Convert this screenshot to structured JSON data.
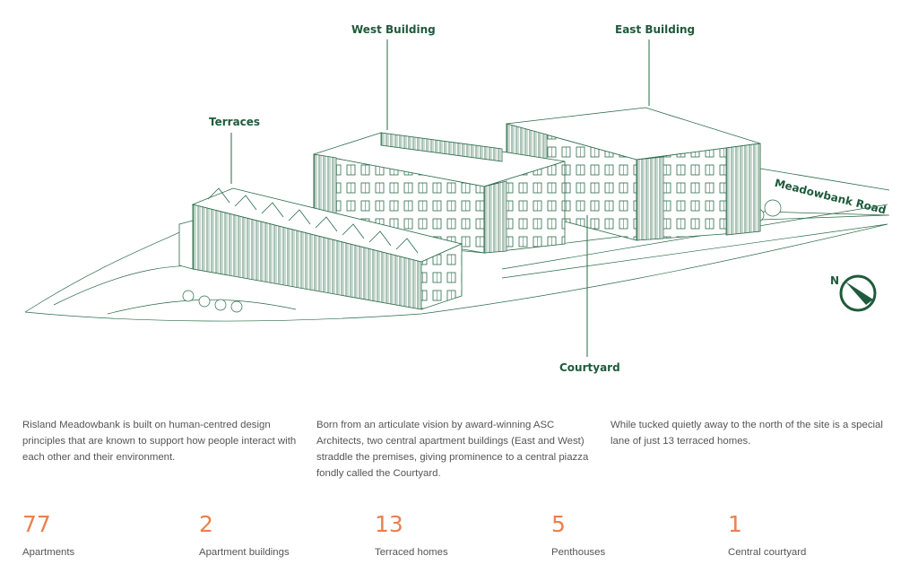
{
  "labels": {
    "west_building": "West Building",
    "east_building": "East Building",
    "terraces": "Terraces",
    "courtyard": "Courtyard",
    "road": "Meadowbank Road",
    "compass_north": "N"
  },
  "colors": {
    "brand_green": "#1f5a3c",
    "accent_orange": "#e9804f",
    "body_text": "#555555"
  },
  "paragraphs": [
    "Risland Meadowbank is built on human-centred design principles that are known to support how people interact with each other and their environment.",
    "Born from an articulate vision by award-winning ASC Architects, two central apartment buildings (East and West) straddle the premises, giving prominence to a central piazza fondly called the Courtyard.",
    "While tucked quietly away to the north of the site is a special lane of just 13 terraced homes."
  ],
  "stats": [
    {
      "value": "77",
      "label": "Apartments"
    },
    {
      "value": "2",
      "label": "Apartment buildings"
    },
    {
      "value": "13",
      "label": "Terraced homes"
    },
    {
      "value": "5",
      "label": "Penthouses"
    },
    {
      "value": "1",
      "label": "Central courtyard"
    }
  ],
  "icons": {
    "compass": "compass-icon"
  }
}
